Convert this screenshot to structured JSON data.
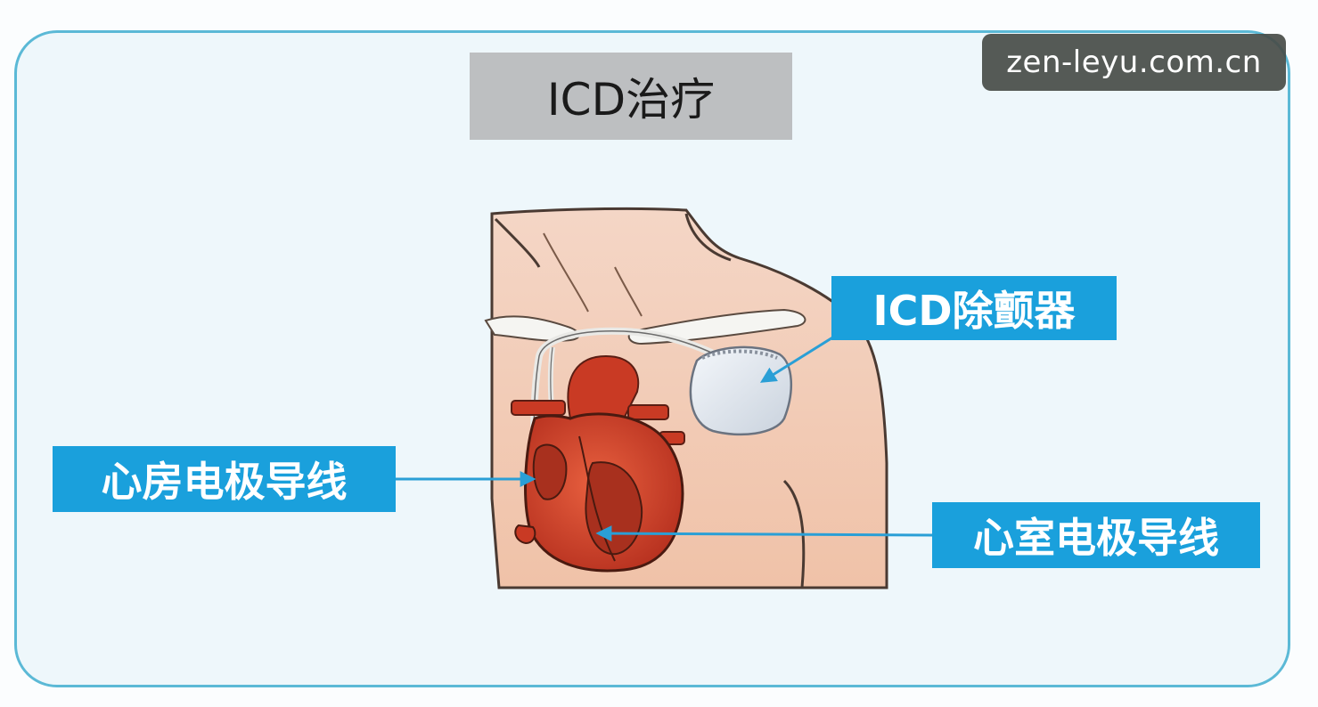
{
  "title": "ICD治疗",
  "watermark": "zen-leyu.com.cn",
  "labels": {
    "icd_device": "ICD除颤器",
    "atrial_lead": "心房电极导线",
    "ventricular_lead": "心室电极导线"
  },
  "colors": {
    "frame_border": "#5bb9d6",
    "frame_fill": "#eef7fb",
    "title_box": "#bdbfc1",
    "label_fill": "#1aa0dc",
    "arrow": "#2a9fd6",
    "skin": "#f2c2a6",
    "heart": "#d9452c",
    "device": "#e3e8ef"
  }
}
